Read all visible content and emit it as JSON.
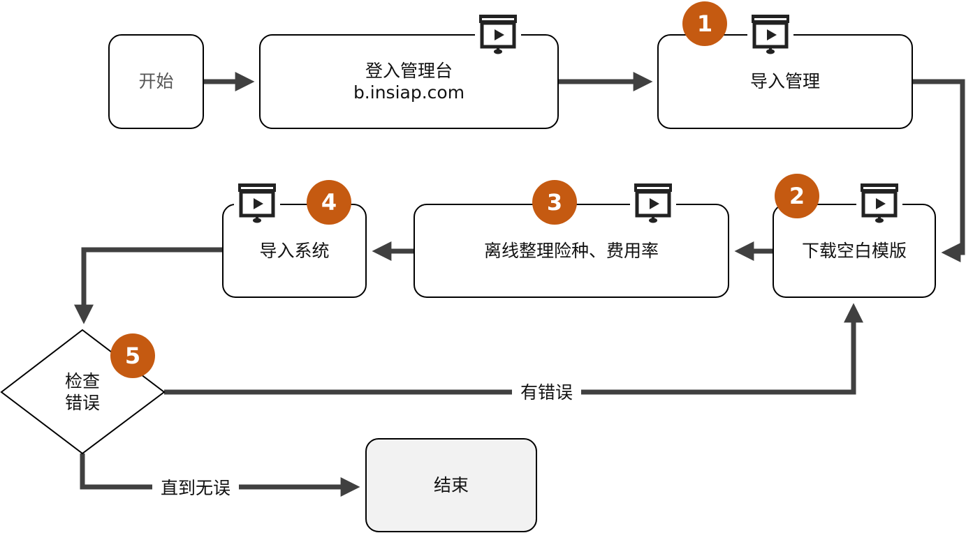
{
  "nodes": {
    "start": "开始",
    "login_title": "登入管理台",
    "login_url": "b.insiap.com",
    "import_mgmt": "导入管理",
    "download": "下载空白模版",
    "offline": "离线整理险种、费用率",
    "import_sys": "导入系统",
    "check_line1": "检查",
    "check_line2": "错误",
    "end": "结束"
  },
  "edges": {
    "has_error": "有错误",
    "until_ok": "直到无误"
  },
  "badges": [
    "1",
    "2",
    "3",
    "4",
    "5"
  ],
  "icons": "presentation-video-icon",
  "colors": {
    "badge": "#c55a11",
    "arrow": "#404040",
    "end_fill": "#f2f2f2"
  }
}
